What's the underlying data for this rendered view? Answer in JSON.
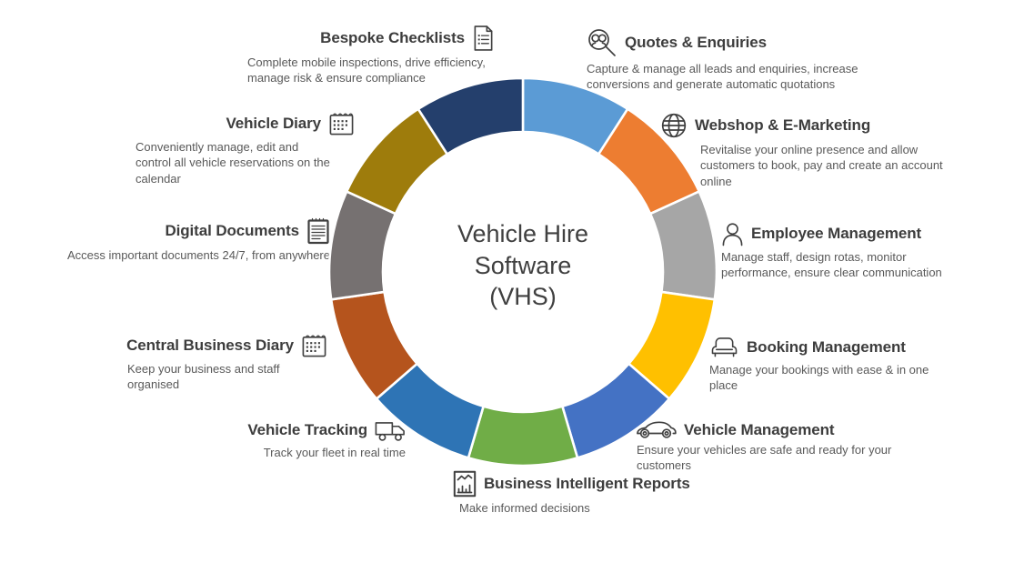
{
  "diagram": {
    "center_title": "Vehicle Hire\nSoftware\n(VHS)"
  },
  "segments": [
    {
      "id": "quotes-enquiries",
      "title": "Quotes & Enquiries",
      "description": "Capture & manage all leads and enquiries, increase\nconversions and generate automatic quotations",
      "color": "#5B9BD5",
      "icon": "magnifier-people-icon"
    },
    {
      "id": "webshop-emarketing",
      "title": "Webshop & E-Marketing",
      "description": "Revitalise your online presence and allow\ncustomers to book, pay and create an account\nonline",
      "color": "#ED7D31",
      "icon": "globe-icon"
    },
    {
      "id": "employee-management",
      "title": "Employee Management",
      "description": "Manage staff, design rotas, monitor\nperformance, ensure clear communication",
      "color": "#A6A6A6",
      "icon": "person-icon"
    },
    {
      "id": "booking-management",
      "title": "Booking Management",
      "description": "Manage your bookings with ease & in one\nplace",
      "color": "#FFC000",
      "icon": "armchair-icon"
    },
    {
      "id": "vehicle-management",
      "title": "Vehicle Management",
      "description": "Ensure your vehicles are safe and ready for your\ncustomers",
      "color": "#4472C4",
      "icon": "car-icon"
    },
    {
      "id": "business-intelligent-reports",
      "title": "Business Intelligent Reports",
      "description": "Make informed decisions",
      "color": "#70AD47",
      "icon": "report-chart-icon"
    },
    {
      "id": "vehicle-tracking",
      "title": "Vehicle Tracking",
      "description": "Track your fleet in real time",
      "color": "#2E74B5",
      "icon": "delivery-truck-icon"
    },
    {
      "id": "central-business-diary",
      "title": "Central Business Diary",
      "description": "Keep your business and staff\norganised",
      "color": "#B5541D",
      "icon": "calendar-icon"
    },
    {
      "id": "digital-documents",
      "title": "Digital Documents",
      "description": "Access important documents 24/7, from anywhere",
      "color": "#767171",
      "icon": "notepad-icon"
    },
    {
      "id": "vehicle-diary",
      "title": "Vehicle Diary",
      "description": "Conveniently manage, edit and\ncontrol all vehicle reservations on the\ncalendar",
      "color": "#9E7C0C",
      "icon": "calendar-icon"
    },
    {
      "id": "bespoke-checklists",
      "title": "Bespoke Checklists",
      "description": "Complete mobile inspections, drive efficiency,\nmanage risk & ensure compliance",
      "color": "#243F6C",
      "icon": "checklist-document-icon"
    }
  ]
}
